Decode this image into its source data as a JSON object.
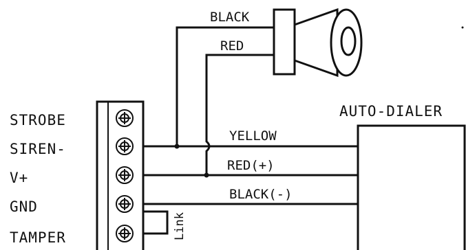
{
  "terminal_labels": [
    "STROBE",
    "SIREN-",
    "V+",
    "GND",
    "TAMPER"
  ],
  "wire_labels": {
    "siren_black": "BLACK",
    "siren_red": "RED",
    "yellow": "YELLOW",
    "red_plus": "RED(+)",
    "black_minus": "BLACK(-)"
  },
  "autodialer_label": "AUTO-DIALER",
  "link_label": "Link",
  "colors": {
    "ink": "#111111",
    "background": "#ffffff"
  }
}
